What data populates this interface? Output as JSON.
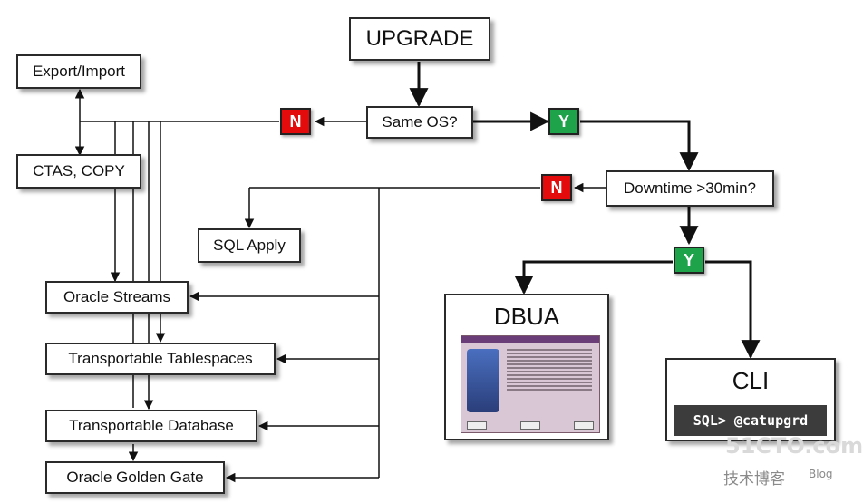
{
  "nodes": {
    "upgrade": "UPGRADE",
    "same_os": "Same OS?",
    "downtime": "Downtime >30min?",
    "export_import": "Export/Import",
    "ctas_copy": "CTAS, COPY",
    "sql_apply": "SQL Apply",
    "oracle_streams": "Oracle Streams",
    "transportable_tablespaces": "Transportable Tablespaces",
    "transportable_database": "Transportable Database",
    "oracle_golden_gate": "Oracle Golden Gate",
    "dbua": "DBUA",
    "cli": "CLI",
    "cli_command": "SQL> @catupgrd"
  },
  "badges": {
    "no": "N",
    "yes": "Y"
  },
  "watermark": {
    "site": "51CTO.com",
    "sub": "技术博客",
    "blog": "Blog"
  },
  "colors": {
    "no": "#e30b0b",
    "yes": "#1ea34a",
    "border": "#2a2a2a",
    "cli_bg": "#3c3c3c"
  }
}
